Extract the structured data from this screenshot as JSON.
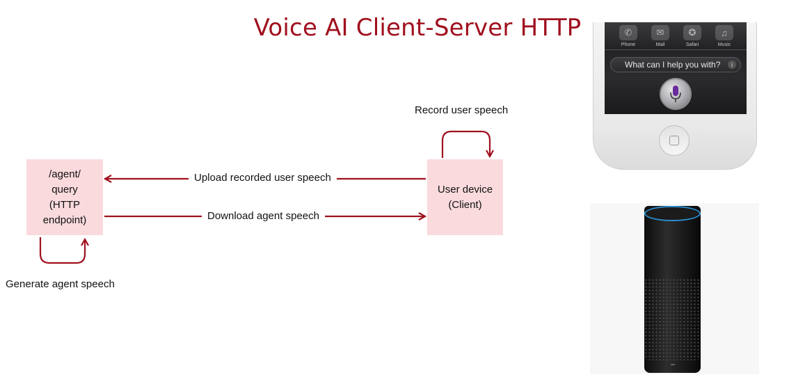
{
  "title": "Voice AI Client-Server HTTP",
  "server_box": {
    "lines": [
      "/agent/",
      "query",
      "(HTTP",
      "endpoint)"
    ]
  },
  "client_box": {
    "lines": [
      "User device",
      "(Client)"
    ]
  },
  "edges": {
    "upload": "Upload recorded user speech",
    "download": "Download agent speech",
    "record": "Record user speech",
    "generate": "Generate agent speech"
  },
  "phone": {
    "dock": [
      {
        "label": "Phone",
        "icon": "phone-icon",
        "glyph": "✆"
      },
      {
        "label": "Mail",
        "icon": "mail-icon",
        "glyph": "✉"
      },
      {
        "label": "Safari",
        "icon": "compass-icon",
        "glyph": "✪"
      },
      {
        "label": "Music",
        "icon": "music-icon",
        "glyph": "♫"
      }
    ],
    "siri_prompt": "What can I help you with?",
    "siri_info": "i"
  },
  "colors": {
    "accent": "#a0101e",
    "box_fill": "#fadadd",
    "speaker_ring": "#2a8fd0"
  }
}
